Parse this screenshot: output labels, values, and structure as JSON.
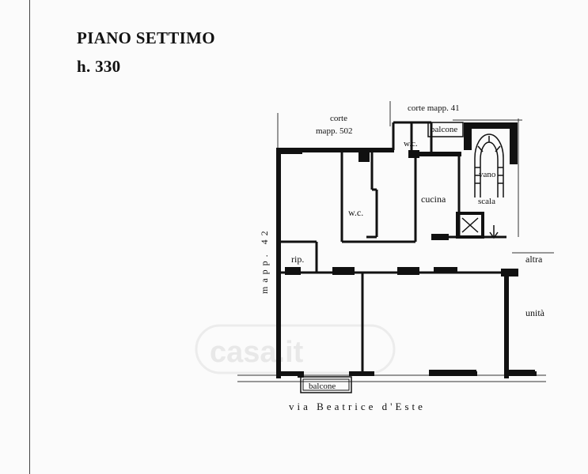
{
  "title": "PIANO SETTIMO",
  "height_label": "h. 330",
  "labels": {
    "corte_502_line1": "corte",
    "corte_502_line2": "mapp. 502",
    "corte_41": "corte mapp. 41",
    "balcone_top": "balcone",
    "wc_top": "w.c.",
    "vano": "vano",
    "scala": "scala",
    "cucina": "cucina",
    "wc_main": "w.c.",
    "rip": "rip.",
    "altra": "altra",
    "unita": "unità",
    "mapp_42": "mapp. 42",
    "balcone_bottom": "balcone",
    "street": "via Beatrice d'Este"
  },
  "watermark": "casa.it"
}
